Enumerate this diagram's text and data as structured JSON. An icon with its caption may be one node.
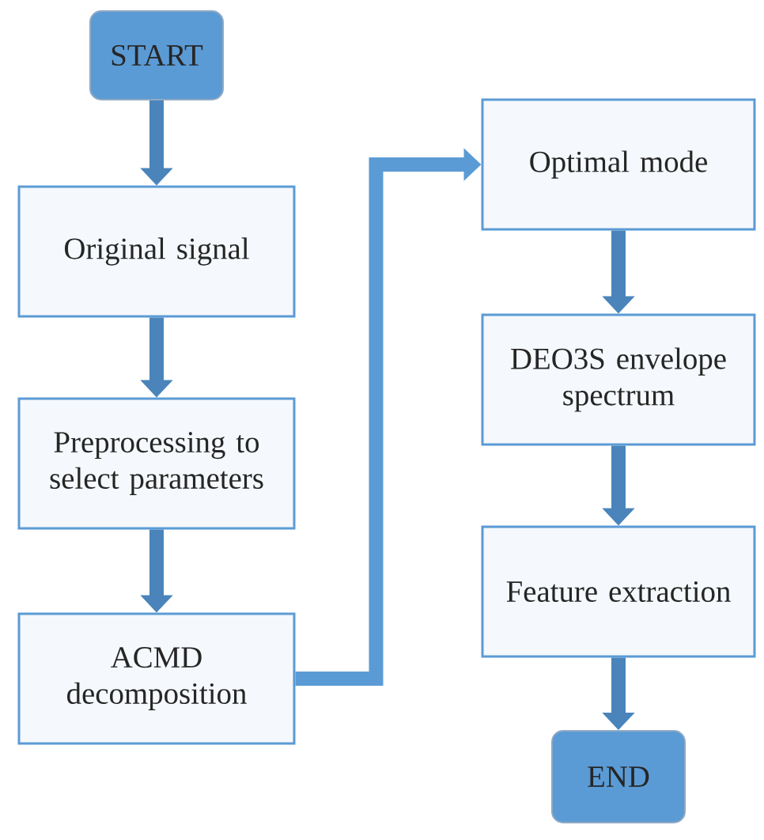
{
  "diagram": {
    "nodes": [
      {
        "text": [
          "START"
        ]
      },
      {
        "text": [
          "Original signal"
        ]
      },
      {
        "text": [
          "Preprocessing to select parameters"
        ]
      },
      {
        "text": [
          "ACMD decomposition"
        ]
      },
      {
        "text": [
          "Optimal mode"
        ]
      },
      {
        "text": [
          "DEO3S envelope spectrum"
        ]
      },
      {
        "text": [
          "Feature extraction"
        ]
      },
      {
        "text": [
          "END"
        ]
      }
    ],
    "edges": [
      {
        "from": 0,
        "to": 1,
        "arrow": "to"
      },
      {
        "from": 1,
        "to": 2,
        "arrow": "to"
      },
      {
        "from": 2,
        "to": 3,
        "arrow": "to"
      },
      {
        "from": 3,
        "to": 4,
        "arrow": "to",
        "color": "#5b9bd5"
      },
      {
        "from": 4,
        "to": 5,
        "arrow": "to"
      },
      {
        "from": 5,
        "to": 6,
        "arrow": "to"
      },
      {
        "from": 6,
        "to": 7,
        "arrow": "to"
      }
    ]
  }
}
